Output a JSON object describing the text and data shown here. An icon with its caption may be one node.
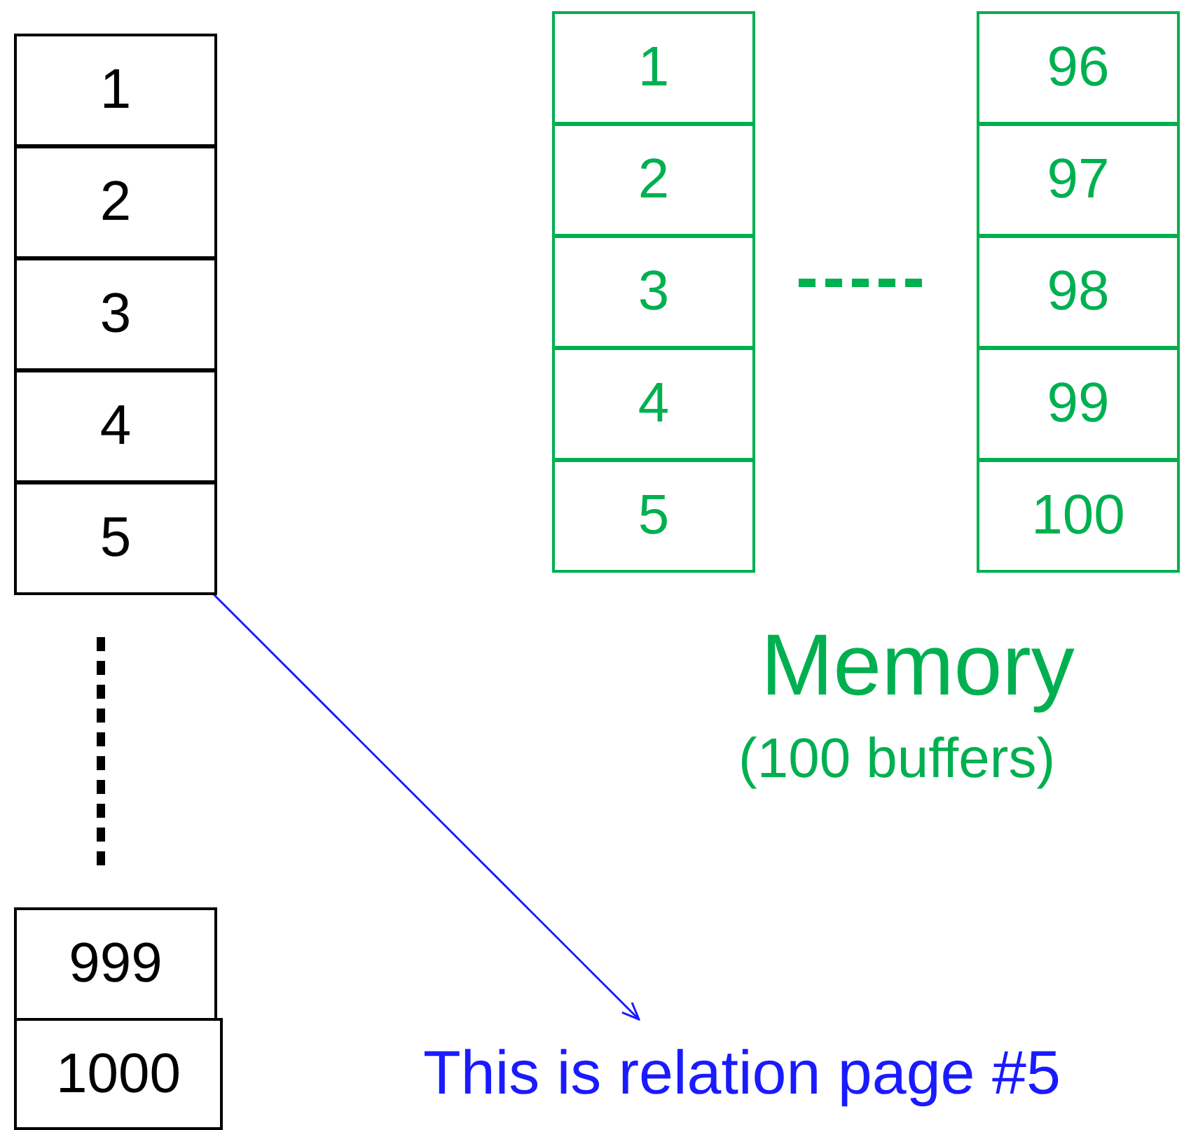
{
  "diagram": {
    "nodes": [
      {
        "text": [
          "1"
        ]
      },
      {
        "text": [
          "2"
        ]
      },
      {
        "text": [
          "3"
        ]
      },
      {
        "text": [
          "4"
        ]
      },
      {
        "text": [
          "5"
        ]
      },
      {
        "text": [
          "999"
        ]
      },
      {
        "text": [
          "1000"
        ]
      },
      {
        "text": [
          "1"
        ]
      },
      {
        "text": [
          "2"
        ]
      },
      {
        "text": [
          "3"
        ]
      },
      {
        "text": [
          "4"
        ]
      },
      {
        "text": [
          "5"
        ]
      },
      {
        "text": [
          "96"
        ]
      },
      {
        "text": [
          "97"
        ]
      },
      {
        "text": [
          "98"
        ]
      },
      {
        "text": [
          "99"
        ]
      },
      {
        "text": [
          "100"
        ]
      },
      {
        "text": [
          "This is relation page #5"
        ]
      }
    ],
    "edges": [
      {
        "from": 4,
        "to": 17,
        "arrow": "to"
      }
    ],
    "labels": [
      "Memory",
      "(100 buffers)"
    ]
  }
}
